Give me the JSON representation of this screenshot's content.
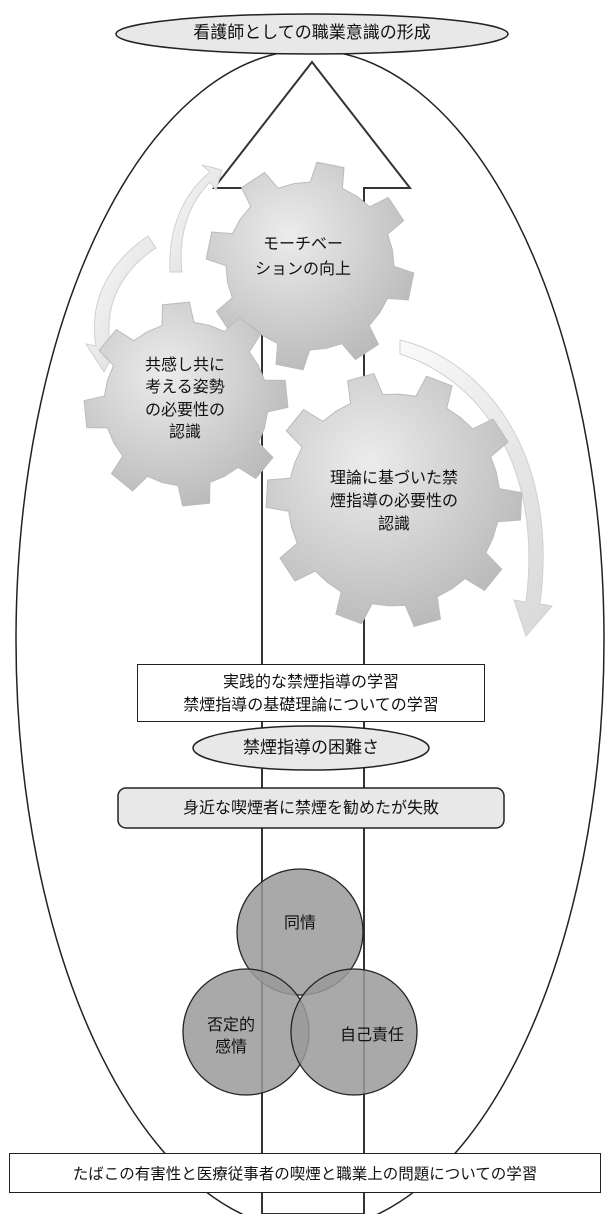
{
  "diagram": {
    "top_goal": "看護師としての職業意識の形成",
    "gears": {
      "motivation": [
        "モーチベー",
        "ションの向上"
      ],
      "empathy": [
        "共感し共に",
        "考える姿勢",
        "の必要性の",
        "認識"
      ],
      "theory": [
        "理論に基づいた禁",
        "煙指導の必要性の",
        "認識"
      ]
    },
    "learning_box": [
      "実践的な禁煙指導の学習",
      "禁煙指導の基礎理論についての学習"
    ],
    "difficulty": "禁煙指導の困難さ",
    "failure": "身近な喫煙者に禁煙を勧めたが失敗",
    "venn": {
      "top": "同情",
      "left": [
        "否定的",
        "感情"
      ],
      "right": "自己責任"
    },
    "bottom_box": "たばこの有害性と医療従事者の喫煙と職業上の問題についての学習",
    "colors": {
      "ellipse_fill": "#e8e8e8",
      "gear_fill": "#d4d4d4",
      "venn_fill": "#9a9a9a",
      "stroke": "#222222"
    }
  }
}
